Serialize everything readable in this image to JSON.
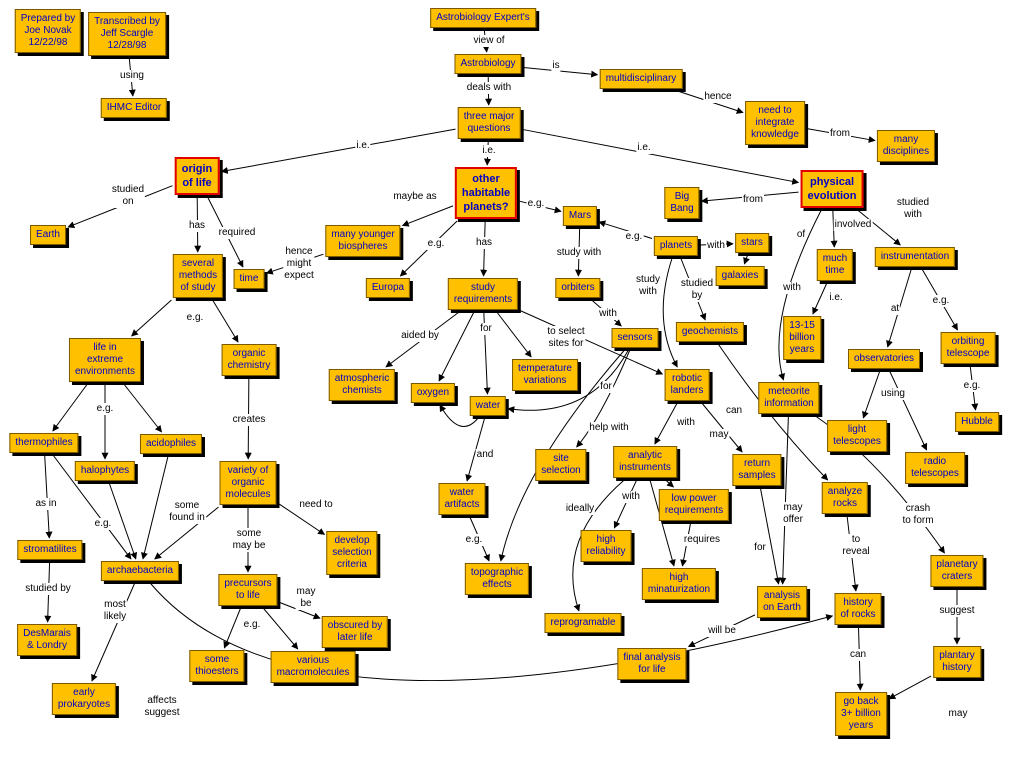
{
  "nodes": [
    {
      "id": "prep",
      "lines": [
        "Prepared by",
        "Joe Novak",
        "12/22/98"
      ]
    },
    {
      "id": "trans",
      "lines": [
        "Transcribed by",
        "Jeff Scargle",
        "12/28/98"
      ]
    },
    {
      "id": "ihmc",
      "lines": [
        "IHMC Editor"
      ]
    },
    {
      "id": "expert",
      "lines": [
        "Astrobiology Expert's"
      ]
    },
    {
      "id": "astro",
      "lines": [
        "Astrobiology"
      ]
    },
    {
      "id": "multi",
      "lines": [
        "multidisciplinary"
      ]
    },
    {
      "id": "integrate",
      "lines": [
        "need to",
        "integrate",
        "knowledge"
      ]
    },
    {
      "id": "many",
      "lines": [
        "many",
        "disciplines"
      ]
    },
    {
      "id": "three",
      "lines": [
        "three major",
        "questions"
      ]
    },
    {
      "id": "origin",
      "lines": [
        "origin",
        "of life"
      ],
      "main": true
    },
    {
      "id": "other",
      "lines": [
        "other",
        "habitable",
        "planets?"
      ],
      "main": true
    },
    {
      "id": "phys",
      "lines": [
        "physical",
        "evolution"
      ],
      "main": true
    },
    {
      "id": "earth",
      "lines": [
        "Earth"
      ]
    },
    {
      "id": "several",
      "lines": [
        "several",
        "methods",
        "of study"
      ]
    },
    {
      "id": "time",
      "lines": [
        "time"
      ]
    },
    {
      "id": "younger",
      "lines": [
        "many younger",
        "biospheres"
      ]
    },
    {
      "id": "europa",
      "lines": [
        "Europa"
      ]
    },
    {
      "id": "studyreq",
      "lines": [
        "study",
        "requirements"
      ]
    },
    {
      "id": "mars",
      "lines": [
        "Mars"
      ]
    },
    {
      "id": "planets",
      "lines": [
        "planets"
      ]
    },
    {
      "id": "stars",
      "lines": [
        "stars"
      ]
    },
    {
      "id": "galaxies",
      "lines": [
        "galaxies"
      ]
    },
    {
      "id": "bigbang",
      "lines": [
        "Big",
        "Bang"
      ]
    },
    {
      "id": "muchtime",
      "lines": [
        "much",
        "time"
      ]
    },
    {
      "id": "years",
      "lines": [
        "13-15",
        "billion",
        "years"
      ]
    },
    {
      "id": "instr",
      "lines": [
        "instrumentation"
      ]
    },
    {
      "id": "orbiters",
      "lines": [
        "orbiters"
      ]
    },
    {
      "id": "sensors",
      "lines": [
        "sensors"
      ]
    },
    {
      "id": "geochem",
      "lines": [
        "geochemists"
      ]
    },
    {
      "id": "observ",
      "lines": [
        "observatories"
      ]
    },
    {
      "id": "orbtel",
      "lines": [
        "orbiting",
        "telescope"
      ]
    },
    {
      "id": "hubble",
      "lines": [
        "Hubble"
      ]
    },
    {
      "id": "lighttel",
      "lines": [
        "light",
        "telescopes"
      ]
    },
    {
      "id": "radiotel",
      "lines": [
        "radio",
        "telescopes"
      ]
    },
    {
      "id": "extreme",
      "lines": [
        "life in",
        "extreme",
        "environments"
      ]
    },
    {
      "id": "organic",
      "lines": [
        "organic",
        "chemistry"
      ]
    },
    {
      "id": "atmo",
      "lines": [
        "atmospheric",
        "chemists"
      ]
    },
    {
      "id": "oxygen",
      "lines": [
        "oxygen"
      ]
    },
    {
      "id": "water",
      "lines": [
        "water"
      ]
    },
    {
      "id": "tempvar",
      "lines": [
        "temperature",
        "variations"
      ]
    },
    {
      "id": "robotic",
      "lines": [
        "robotic",
        "landers"
      ]
    },
    {
      "id": "meteor",
      "lines": [
        "meteorite",
        "information"
      ]
    },
    {
      "id": "thermo",
      "lines": [
        "thermophiles"
      ]
    },
    {
      "id": "halo",
      "lines": [
        "halophytes"
      ]
    },
    {
      "id": "acido",
      "lines": [
        "acidophiles"
      ]
    },
    {
      "id": "variety",
      "lines": [
        "variety of",
        "organic",
        "molecules"
      ]
    },
    {
      "id": "site",
      "lines": [
        "site",
        "selection"
      ]
    },
    {
      "id": "analytic",
      "lines": [
        "analytic",
        "instruments"
      ]
    },
    {
      "id": "return",
      "lines": [
        "return",
        "samples"
      ]
    },
    {
      "id": "analyze",
      "lines": [
        "analyze",
        "rocks"
      ]
    },
    {
      "id": "watart",
      "lines": [
        "water",
        "artifacts"
      ]
    },
    {
      "id": "lowpower",
      "lines": [
        "low power",
        "requirements"
      ]
    },
    {
      "id": "develop",
      "lines": [
        "develop",
        "selection",
        "criteria"
      ]
    },
    {
      "id": "strom",
      "lines": [
        "stromatilites"
      ]
    },
    {
      "id": "archae",
      "lines": [
        "archaebacteria"
      ]
    },
    {
      "id": "highrel",
      "lines": [
        "high",
        "reliability"
      ]
    },
    {
      "id": "planet_craters",
      "lines": [
        "planetary",
        "craters"
      ]
    },
    {
      "id": "topo",
      "lines": [
        "topographic",
        "effects"
      ]
    },
    {
      "id": "highmin",
      "lines": [
        "high",
        "minaturization"
      ]
    },
    {
      "id": "precursors",
      "lines": [
        "precursors",
        "to life"
      ]
    },
    {
      "id": "analysis",
      "lines": [
        "analysis",
        "on Earth"
      ]
    },
    {
      "id": "history",
      "lines": [
        "history",
        "of rocks"
      ]
    },
    {
      "id": "desmarais",
      "lines": [
        "DesMarais",
        "& Londry"
      ]
    },
    {
      "id": "reprog",
      "lines": [
        "reprogramable"
      ]
    },
    {
      "id": "obscured",
      "lines": [
        "obscured by",
        "later life"
      ]
    },
    {
      "id": "thioesters",
      "lines": [
        "some",
        "thioesters"
      ]
    },
    {
      "id": "macro",
      "lines": [
        "various",
        "macromolecules"
      ]
    },
    {
      "id": "final",
      "lines": [
        "final analysis",
        "for life"
      ]
    },
    {
      "id": "plhist",
      "lines": [
        "plantary",
        "history"
      ]
    },
    {
      "id": "early",
      "lines": [
        "early",
        "prokaryotes"
      ]
    },
    {
      "id": "goback",
      "lines": [
        "go back",
        "3+ billion",
        "years"
      ]
    }
  ],
  "labels": [
    {
      "id": "l_using",
      "lines": [
        "using"
      ]
    },
    {
      "id": "l_viewof",
      "lines": [
        "view of"
      ]
    },
    {
      "id": "l_is",
      "lines": [
        "is"
      ]
    },
    {
      "id": "l_deals",
      "lines": [
        "deals with"
      ]
    },
    {
      "id": "l_hence1",
      "lines": [
        "hence"
      ]
    },
    {
      "id": "l_from1",
      "lines": [
        "from"
      ]
    },
    {
      "id": "l_ie1",
      "lines": [
        "i.e."
      ]
    },
    {
      "id": "l_ie2",
      "lines": [
        "i.e."
      ]
    },
    {
      "id": "l_ie3",
      "lines": [
        "i.e."
      ]
    },
    {
      "id": "l_studiedon",
      "lines": [
        "studied",
        "on"
      ]
    },
    {
      "id": "l_has1",
      "lines": [
        "has"
      ]
    },
    {
      "id": "l_required",
      "lines": [
        "required"
      ]
    },
    {
      "id": "l_maybeas",
      "lines": [
        "maybe as"
      ]
    },
    {
      "id": "l_eg_mars",
      "lines": [
        "e.g."
      ]
    },
    {
      "id": "l_hence2",
      "lines": [
        "hence",
        "might",
        "expect"
      ]
    },
    {
      "id": "l_eg_europa",
      "lines": [
        "e.g."
      ]
    },
    {
      "id": "l_has2",
      "lines": [
        "has"
      ]
    },
    {
      "id": "l_studywith",
      "lines": [
        "study with"
      ]
    },
    {
      "id": "l_eg_planets",
      "lines": [
        "e.g."
      ]
    },
    {
      "id": "l_with_stars",
      "lines": [
        "with"
      ]
    },
    {
      "id": "l_of",
      "lines": [
        "of"
      ]
    },
    {
      "id": "l_from2",
      "lines": [
        "from"
      ]
    },
    {
      "id": "l_involved",
      "lines": [
        "involved"
      ]
    },
    {
      "id": "l_studiedwith",
      "lines": [
        "studied",
        "with"
      ]
    },
    {
      "id": "l_ie4",
      "lines": [
        "i.e."
      ]
    },
    {
      "id": "l_studywith2",
      "lines": [
        "study",
        "with"
      ]
    },
    {
      "id": "l_studiedby",
      "lines": [
        "studied",
        "by"
      ]
    },
    {
      "id": "l_with_meteor",
      "lines": [
        "with"
      ]
    },
    {
      "id": "l_with_sensors",
      "lines": [
        "with"
      ]
    },
    {
      "id": "l_at",
      "lines": [
        "at"
      ]
    },
    {
      "id": "l_eg_orbtel",
      "lines": [
        "e.g."
      ]
    },
    {
      "id": "l_eg_hubble",
      "lines": [
        "e.g."
      ]
    },
    {
      "id": "l_using2",
      "lines": [
        "using"
      ]
    },
    {
      "id": "l_eg_methods",
      "lines": [
        "e.g."
      ]
    },
    {
      "id": "l_aidedby",
      "lines": [
        "aided by"
      ]
    },
    {
      "id": "l_for1",
      "lines": [
        "for"
      ]
    },
    {
      "id": "l_toselect",
      "lines": [
        "to select",
        "sites for"
      ]
    },
    {
      "id": "l_for2",
      "lines": [
        "for"
      ]
    },
    {
      "id": "l_eg_extreme",
      "lines": [
        "e.g."
      ]
    },
    {
      "id": "l_creates",
      "lines": [
        "creates"
      ]
    },
    {
      "id": "l_can1",
      "lines": [
        "can"
      ]
    },
    {
      "id": "l_helpwith",
      "lines": [
        "help with"
      ]
    },
    {
      "id": "l_with_analytic",
      "lines": [
        "with"
      ]
    },
    {
      "id": "l_may1",
      "lines": [
        "may"
      ]
    },
    {
      "id": "l_and",
      "lines": [
        "and"
      ]
    },
    {
      "id": "l_somefound",
      "lines": [
        "some",
        "found in"
      ]
    },
    {
      "id": "l_needto",
      "lines": [
        "need to"
      ]
    },
    {
      "id": "l_asin",
      "lines": [
        "as in"
      ]
    },
    {
      "id": "l_eg_archae",
      "lines": [
        "e.g."
      ]
    },
    {
      "id": "l_ideally",
      "lines": [
        "ideally"
      ]
    },
    {
      "id": "l_with_highrel",
      "lines": [
        "with"
      ]
    },
    {
      "id": "l_requires",
      "lines": [
        "requires"
      ]
    },
    {
      "id": "l_mayoffer",
      "lines": [
        "may",
        "offer"
      ]
    },
    {
      "id": "l_toreveal",
      "lines": [
        "to",
        "reveal"
      ]
    },
    {
      "id": "l_crash",
      "lines": [
        "crash",
        "to form"
      ]
    },
    {
      "id": "l_somemaybe",
      "lines": [
        "some",
        "may be"
      ]
    },
    {
      "id": "l_eg_topo",
      "lines": [
        "e.g."
      ]
    },
    {
      "id": "l_for3",
      "lines": [
        "for"
      ]
    },
    {
      "id": "l_studiedby2",
      "lines": [
        "studied by"
      ]
    },
    {
      "id": "l_mostlikely",
      "lines": [
        "most",
        "likely"
      ]
    },
    {
      "id": "l_maybe2",
      "lines": [
        "may",
        "be"
      ]
    },
    {
      "id": "l_eg_thio",
      "lines": [
        "e.g."
      ]
    },
    {
      "id": "l_suggest",
      "lines": [
        "suggest"
      ]
    },
    {
      "id": "l_willbe",
      "lines": [
        "will be"
      ]
    },
    {
      "id": "l_can2",
      "lines": [
        "can"
      ]
    },
    {
      "id": "l_affects",
      "lines": [
        "affects",
        "suggest"
      ]
    },
    {
      "id": "l_may2",
      "lines": [
        "may"
      ]
    }
  ]
}
